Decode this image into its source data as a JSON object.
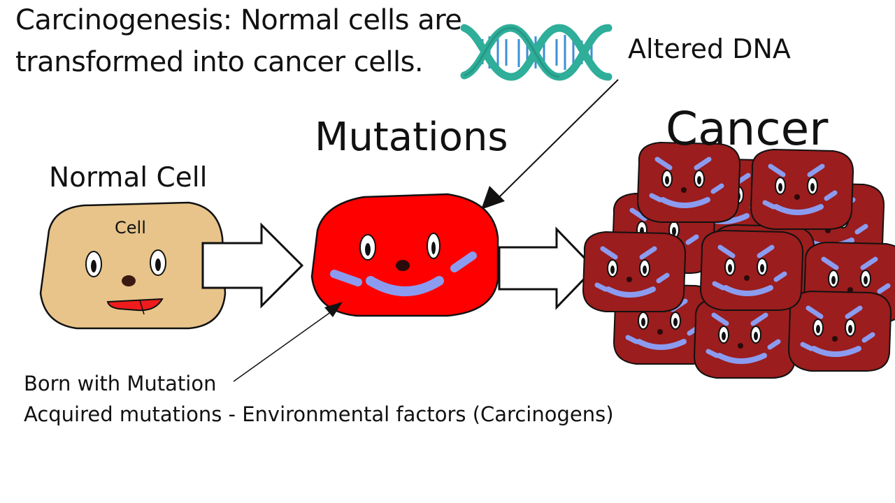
{
  "title": {
    "line1": "Carcinogenesis:  Normal cells are",
    "line2": "transformed into cancer cells."
  },
  "labels": {
    "altered_dna": "Altered DNA",
    "mutations": "Mutations",
    "cancer": "Cancer",
    "normal_cell": "Normal Cell",
    "cell_tag": "Cell"
  },
  "causes": [
    "Born with Mutation",
    "Acquired mutations - Environmental factors (Carcinogens)"
  ],
  "colors": {
    "normal_cell": "#e8c48a",
    "mutated_cell": "#ff0000",
    "cancer_cell": "#9b1d1d",
    "face_mark": "#8b9cf0",
    "dna_strand": "#2fae9a",
    "dna_rung": "#3d8fd6"
  }
}
